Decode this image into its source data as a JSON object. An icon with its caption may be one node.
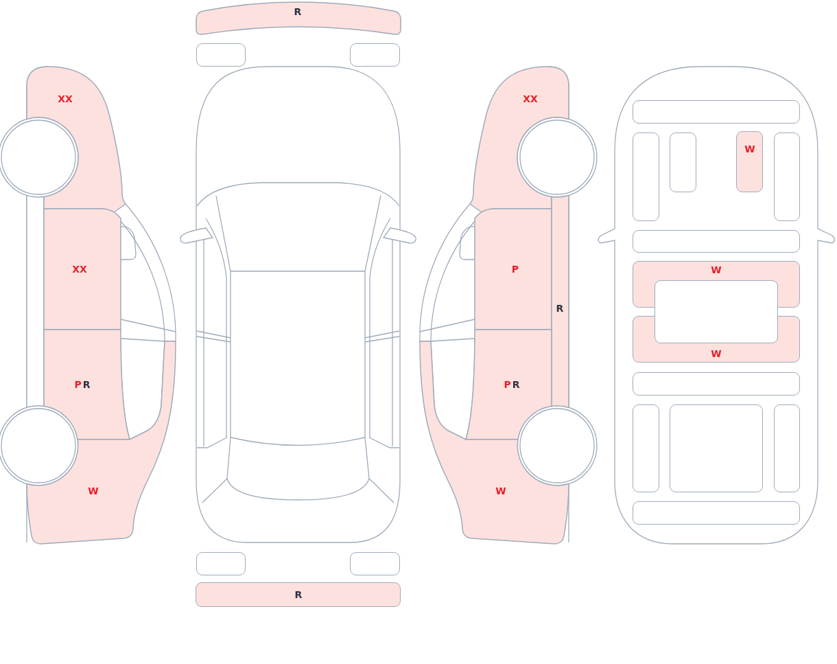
{
  "diagram": {
    "nodes": [
      {
        "text": [
          "R"
        ]
      },
      {
        "text": [],
        "shape": "box"
      },
      {
        "text": [],
        "shape": "box"
      },
      {
        "text": [
          "XX"
        ]
      },
      {
        "text": [
          "XX"
        ]
      },
      {
        "text": [
          "P",
          "R"
        ]
      },
      {
        "text": [
          "W"
        ]
      },
      {
        "text": [
          "XX"
        ]
      },
      {
        "text": [
          "P"
        ]
      },
      {
        "text": [
          "R"
        ]
      },
      {
        "text": [
          "P",
          "R"
        ]
      },
      {
        "text": [
          "W"
        ]
      },
      {
        "text": [],
        "shape": "box"
      },
      {
        "text": [],
        "shape": "box"
      },
      {
        "text": [],
        "shape": "box"
      },
      {
        "text": [
          "W"
        ]
      },
      {
        "text": [],
        "shape": "box"
      },
      {
        "text": [],
        "shape": "box"
      },
      {
        "text": [
          "W"
        ]
      },
      {
        "text": [],
        "shape": "box"
      },
      {
        "text": [
          "W"
        ]
      },
      {
        "text": [],
        "shape": "box"
      },
      {
        "text": [],
        "shape": "box"
      },
      {
        "text": [],
        "shape": "box"
      },
      {
        "text": [],
        "shape": "box"
      },
      {
        "text": [],
        "shape": "box"
      },
      {
        "text": [],
        "shape": "box"
      },
      {
        "text": [],
        "shape": "box"
      },
      {
        "text": [
          "R"
        ]
      }
    ]
  }
}
